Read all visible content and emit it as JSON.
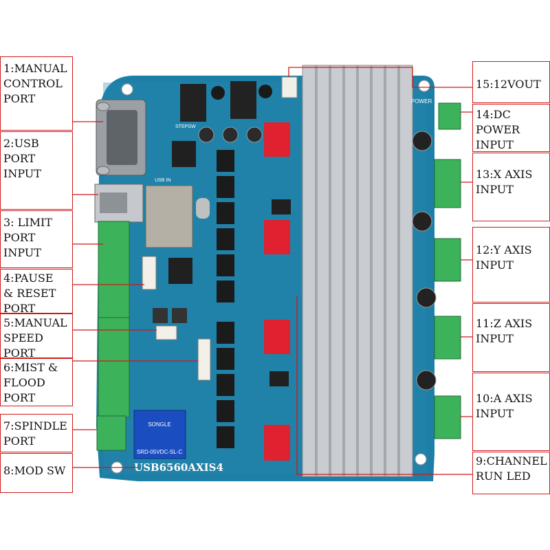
{
  "board": {
    "model_text": "USB6560AXIS4",
    "relay_text": "SRD-05VDC-SL-C",
    "relay_brand": "SONGLE",
    "power_text": "POWER",
    "connector_text": "USB IN",
    "chip_text": "STEPSW",
    "pcb_color": "#1d7fa6",
    "heatsink_color": "#c9ccd0",
    "terminal_color": "#3cb35a",
    "dip_color": "#e0212f"
  },
  "labels": {
    "l1": "1:MANUAL\nCONTROL\nPORT",
    "l2": "2:USB\nPORT\nINPUT",
    "l3": "3: LIMIT\nPORT\nINPUT",
    "l4": "4:PAUSE\n& RESET\nPORT",
    "l5": "5:MANUAL\nSPEED\nPORT",
    "l6": "6:MIST &\nFLOOD\nPORT",
    "l7": "7:SPINDLE\nPORT",
    "l8": "8:MOD SW",
    "r15": "15:12VOUT",
    "r14": "14:DC\nPOWER\nINPUT",
    "r13": "13:X AXIS\nINPUT",
    "r12": "12:Y AXIS\nINPUT",
    "r11": "11:Z AXIS\nINPUT",
    "r10": "10:A AXIS\nINPUT",
    "r9": "9:CHANNEL\nRUN LED"
  }
}
